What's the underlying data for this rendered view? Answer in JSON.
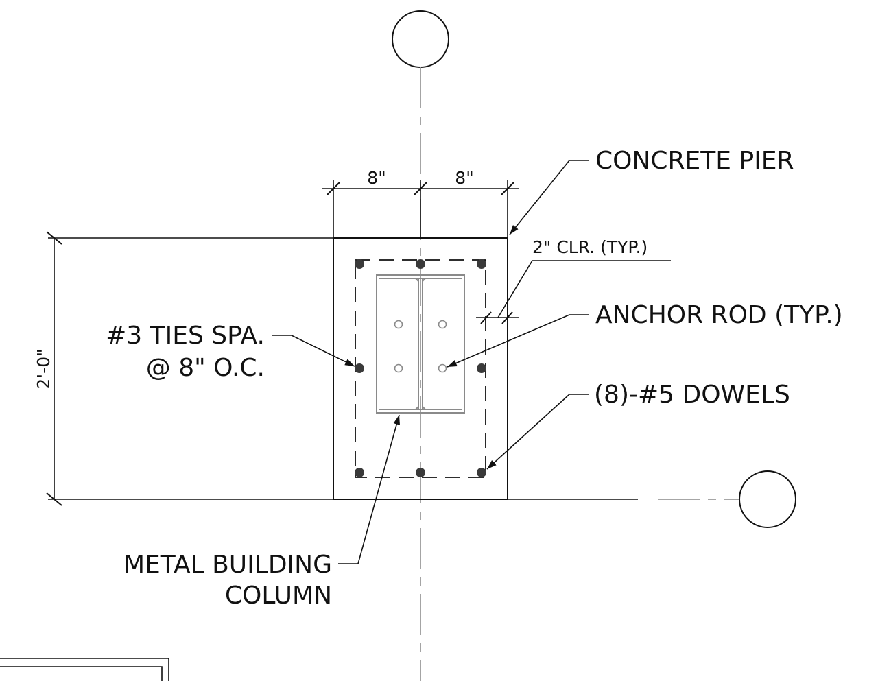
{
  "labels": {
    "concrete_pier": "CONCRETE PIER",
    "clear_cover": "2\" CLR. (TYP.)",
    "anchor_rod": "ANCHOR ROD (TYP.)",
    "dowels": "(8)-#5 DOWELS",
    "ties_line1": "#3 TIES SPA.",
    "ties_line2": "@ 8\" O.C.",
    "column_line1": "METAL BUILDING",
    "column_line2": "COLUMN"
  },
  "dimensions": {
    "left_half": "8\"",
    "right_half": "8\"",
    "height": "2'-0\""
  }
}
